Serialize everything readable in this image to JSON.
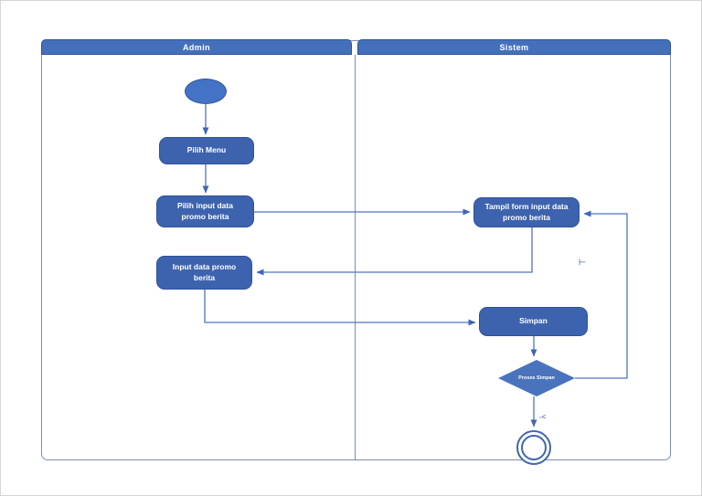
{
  "diagram": {
    "title_hint": "Activity diagram - input data promo berita",
    "colors": {
      "header_fill": "#4470bb",
      "header_border": "#2e4f97",
      "task_fill": "#3d63ae",
      "task_border": "#2f519c",
      "ellipse_fill": "#4472c4",
      "diamond_fill": "#4a73bd",
      "lane_border": "#7c8cb8",
      "connector": "#4f74c0",
      "text": "#ffffff"
    },
    "lanes": [
      {
        "label": "Admin"
      },
      {
        "label": "Sistem"
      }
    ],
    "nodes": {
      "start": {
        "type": "initial-node"
      },
      "pilih_menu": {
        "label": "Pilih Menu"
      },
      "pilih_input": {
        "label": "Pilih input data\npromo berita"
      },
      "input_data": {
        "label": "Input data promo\nberita"
      },
      "tampil_form": {
        "label": "Tampil form input data\npromo berita"
      },
      "simpan": {
        "label": "Simpan"
      },
      "proses_simpan": {
        "label": "Proses Simpan"
      },
      "end": {
        "type": "final-node"
      }
    },
    "edges": [
      {
        "from": "start",
        "to": "pilih_menu"
      },
      {
        "from": "pilih_menu",
        "to": "pilih_input"
      },
      {
        "from": "pilih_input",
        "to": "tampil_form"
      },
      {
        "from": "tampil_form",
        "to": "input_data"
      },
      {
        "from": "input_data",
        "to": "simpan"
      },
      {
        "from": "simpan",
        "to": "proses_simpan"
      },
      {
        "from": "proses_simpan",
        "to": "tampil_form"
      },
      {
        "from": "proses_simpan",
        "to": "end"
      }
    ],
    "annotations": [
      {
        "text": "⊢"
      },
      {
        "text": "-<"
      }
    ]
  }
}
